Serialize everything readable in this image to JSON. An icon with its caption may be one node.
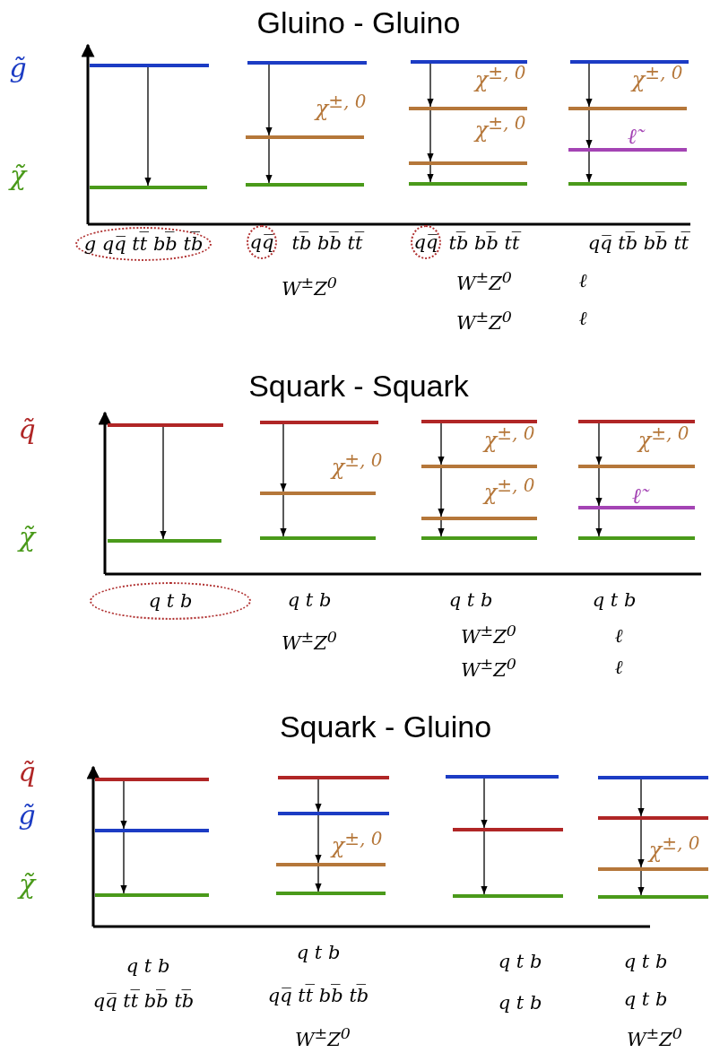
{
  "diagram": {
    "nodes": [
      {
        "text": [],
        "shape": "bar"
      },
      {
        "text": [],
        "shape": "bar"
      },
      {
        "text": [],
        "shape": "bar"
      },
      {
        "text": [],
        "shape": "bar"
      },
      {
        "text": [],
        "shape": "bar"
      },
      {
        "text": [],
        "shape": "bar"
      },
      {
        "text": [],
        "shape": "bar"
      },
      {
        "text": [],
        "shape": "bar"
      },
      {
        "text": [],
        "shape": "bar"
      },
      {
        "text": [],
        "shape": "bar"
      },
      {
        "text": [],
        "shape": "bar"
      },
      {
        "text": [],
        "shape": "bar",
        "beside": [
          "ℓ̃"
        ]
      },
      {
        "text": [],
        "shape": "bar"
      },
      {
        "text": [
          "g qq̅ tt̅ bb̅ tb̅"
        ]
      },
      {
        "text": [
          "qq̅"
        ]
      },
      {
        "text": [
          "qq̅"
        ]
      },
      {
        "text": [],
        "shape": "bar"
      },
      {
        "text": [],
        "shape": "bar"
      },
      {
        "text": [],
        "shape": "bar"
      },
      {
        "text": [],
        "shape": "bar"
      },
      {
        "text": [],
        "shape": "bar"
      },
      {
        "text": [],
        "shape": "bar"
      },
      {
        "text": [],
        "shape": "bar"
      },
      {
        "text": [],
        "shape": "bar"
      },
      {
        "text": [],
        "shape": "bar"
      },
      {
        "text": [],
        "shape": "bar"
      },
      {
        "text": [],
        "shape": "bar"
      },
      {
        "text": [],
        "shape": "bar",
        "beside": [
          "ℓ̃"
        ]
      },
      {
        "text": [],
        "shape": "bar"
      },
      {
        "text": [
          "q t b"
        ]
      },
      {
        "text": [],
        "shape": "bar"
      },
      {
        "text": [],
        "shape": "bar"
      },
      {
        "text": [],
        "shape": "bar"
      },
      {
        "text": [],
        "shape": "bar"
      },
      {
        "text": [],
        "shape": "bar"
      },
      {
        "text": [],
        "shape": "bar"
      },
      {
        "text": [],
        "shape": "bar"
      },
      {
        "text": [],
        "shape": "bar"
      },
      {
        "text": [],
        "shape": "bar"
      },
      {
        "text": [],
        "shape": "bar"
      },
      {
        "text": [],
        "shape": "bar"
      },
      {
        "text": [],
        "shape": "bar"
      },
      {
        "text": [],
        "shape": "bar"
      },
      {
        "text": [],
        "shape": "bar"
      }
    ],
    "edges": [
      {
        "from": 0,
        "to": 1,
        "arrow": "to"
      },
      {
        "from": 2,
        "to": 3,
        "arrow": "to"
      },
      {
        "from": 3,
        "to": 4,
        "arrow": "to"
      },
      {
        "from": 5,
        "to": 6,
        "arrow": "to"
      },
      {
        "from": 6,
        "to": 7,
        "arrow": "to"
      },
      {
        "from": 7,
        "to": 8,
        "arrow": "to"
      },
      {
        "from": 9,
        "to": 10,
        "arrow": "to"
      },
      {
        "from": 10,
        "to": 11,
        "arrow": "to"
      },
      {
        "from": 11,
        "to": 12,
        "arrow": "to"
      },
      {
        "from": 16,
        "to": 17,
        "arrow": "to"
      },
      {
        "from": 18,
        "to": 19,
        "arrow": "to"
      },
      {
        "from": 19,
        "to": 20,
        "arrow": "to"
      },
      {
        "from": 21,
        "to": 22,
        "arrow": "to"
      },
      {
        "from": 22,
        "to": 23,
        "arrow": "to"
      },
      {
        "from": 23,
        "to": 24,
        "arrow": "to"
      },
      {
        "from": 25,
        "to": 26,
        "arrow": "to"
      },
      {
        "from": 26,
        "to": 27,
        "arrow": "to"
      },
      {
        "from": 27,
        "to": 28,
        "arrow": "to"
      },
      {
        "from": 30,
        "to": 31,
        "arrow": "to"
      },
      {
        "from": 31,
        "to": 32,
        "arrow": "to"
      },
      {
        "from": 33,
        "to": 34,
        "arrow": "to"
      },
      {
        "from": 34,
        "to": 35,
        "arrow": "to"
      },
      {
        "from": 35,
        "to": 36,
        "arrow": "to"
      },
      {
        "from": 37,
        "to": 38,
        "arrow": "to"
      },
      {
        "from": 38,
        "to": 39,
        "arrow": "to"
      },
      {
        "from": 40,
        "to": 41,
        "arrow": "to"
      },
      {
        "from": 41,
        "to": 42,
        "arrow": "to"
      },
      {
        "from": 42,
        "to": 43,
        "arrow": "to"
      }
    ],
    "labels": [
      "Gluino - Gluino",
      "g̃",
      "χ̃",
      "χ$^{±, 0}$",
      "χ$^{±, 0}$",
      "χ$^{±, 0}$",
      "χ$^{±, 0}$",
      "tb̅ bb̅ tt̅",
      "tb̅ bb̅ tt̅",
      "qq̅ tb̅ bb̅ tt̅",
      "W$^{±}$Z$^{0}$",
      "W$^{±}$Z$^{0}$",
      "ℓ",
      "W$^{±}$Z$^{0}$",
      "ℓ",
      "Squark - Squark",
      "q̃",
      "χ̃",
      "χ$^{±, 0}$",
      "χ$^{±, 0}$",
      "χ$^{±, 0}$",
      "χ$^{±, 0}$",
      "q t b",
      "q t b",
      "q t b",
      "W$^{±}$Z$^{0}$",
      "W$^{±}$Z$^{0}$",
      "ℓ",
      "W$^{±}$Z$^{0}$",
      "ℓ",
      "Squark - Gluino",
      "q̃",
      "g̃",
      "χ̃",
      "χ$^{±, 0}$",
      "χ$^{±, 0}$",
      "q t b",
      "q t b",
      "q t b",
      "q t b",
      "qq̅ tt̅ bb̅ tb̅",
      "qq̅ tt̅ bb̅ tb̅",
      "q t b",
      "q t b",
      "W$^{±}$Z$^{0}$",
      "W$^{±}$Z$^{0}$"
    ]
  }
}
